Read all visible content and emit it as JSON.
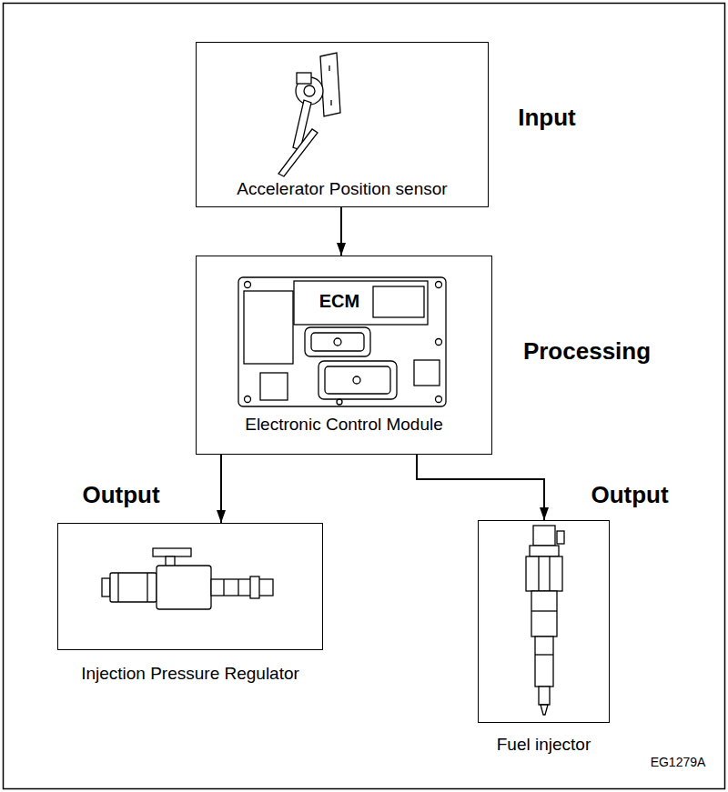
{
  "diagram": {
    "nodes": [
      {
        "text": [
          "Accelerator Position sensor"
        ]
      },
      {
        "text": [
          "Electronic Control Module"
        ]
      },
      {
        "text": [
          "Injection Pressure Regulator"
        ]
      },
      {
        "text": [
          "Fuel injector"
        ]
      }
    ],
    "edges": [
      {
        "from": 0,
        "to": 1,
        "arrow": "to"
      },
      {
        "from": 1,
        "to": 2,
        "arrow": "to"
      },
      {
        "from": 1,
        "to": 3,
        "arrow": "to"
      }
    ],
    "labels": [
      "Input",
      "Processing",
      "Output",
      "Output",
      "ECM",
      "EG1279A"
    ]
  }
}
